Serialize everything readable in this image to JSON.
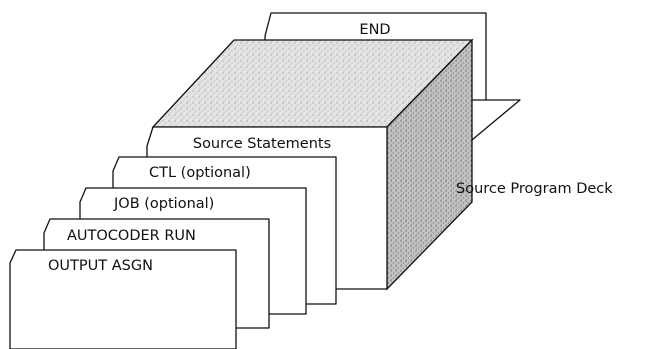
{
  "deck": {
    "cards": {
      "end": "END",
      "source_statements": "Source Statements",
      "ctl": "CTL (optional)",
      "job": "JOB (optional)",
      "autocoder_run": "AUTOCODER RUN",
      "output_asgn": "OUTPUT ASGN"
    },
    "bracket_label": "Source Program Deck"
  },
  "colors": {
    "ink": "#111111",
    "top_face_shade": "#e3e3e3",
    "side_face_shade": "#bdbdbd",
    "paper": "#ffffff"
  }
}
